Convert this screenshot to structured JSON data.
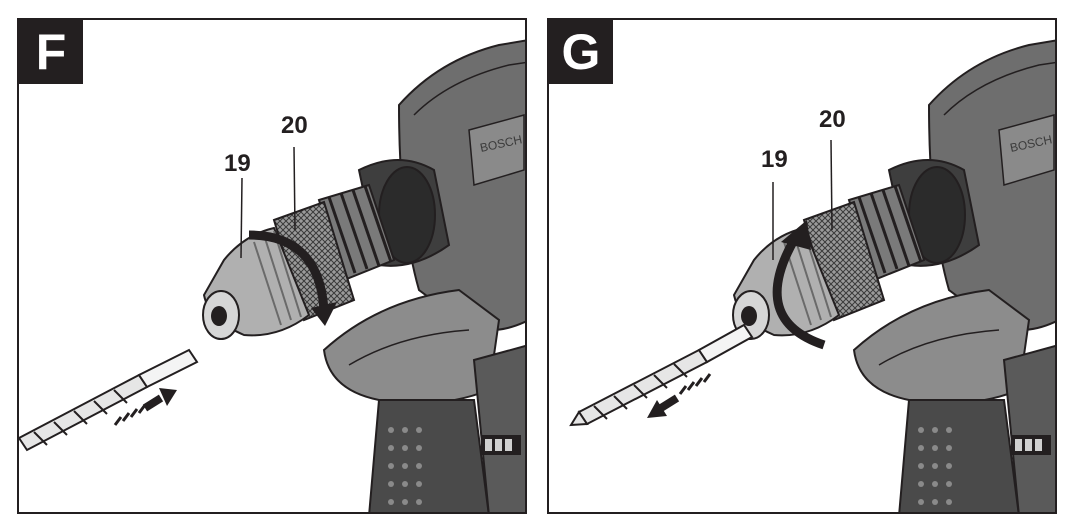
{
  "panels": [
    {
      "letter": "F",
      "callouts": {
        "chuck": "19",
        "ring": "20"
      },
      "action": "insert-bit",
      "ring_rotation": "clockwise"
    },
    {
      "letter": "G",
      "callouts": {
        "chuck": "19",
        "ring": "20"
      },
      "action": "remove-bit",
      "ring_rotation": "counterclockwise"
    }
  ],
  "brand_mark": "BOSCH",
  "colors": {
    "ink": "#231f20",
    "body_dark": "#4a4a4a",
    "body_mid": "#7a7a7a",
    "body_light": "#bdbdbd",
    "paper": "#ffffff"
  }
}
